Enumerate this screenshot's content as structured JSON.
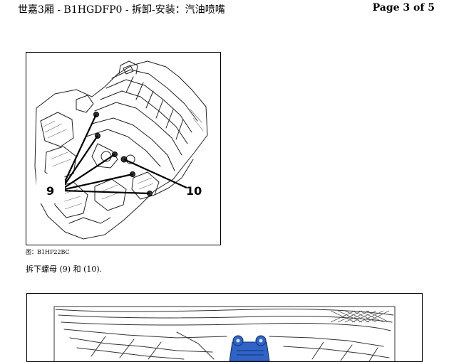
{
  "header": {
    "title": "世嘉3厢  - B1HGDFP0 - 拆卸-安装：汽油喷嘴",
    "page_indicator": "Page 3 of 5"
  },
  "figure1": {
    "callouts": [
      "9",
      "10"
    ],
    "caption": "图：B1HP22BC"
  },
  "instruction": "拆下螺母 (9) 和 (10)."
}
